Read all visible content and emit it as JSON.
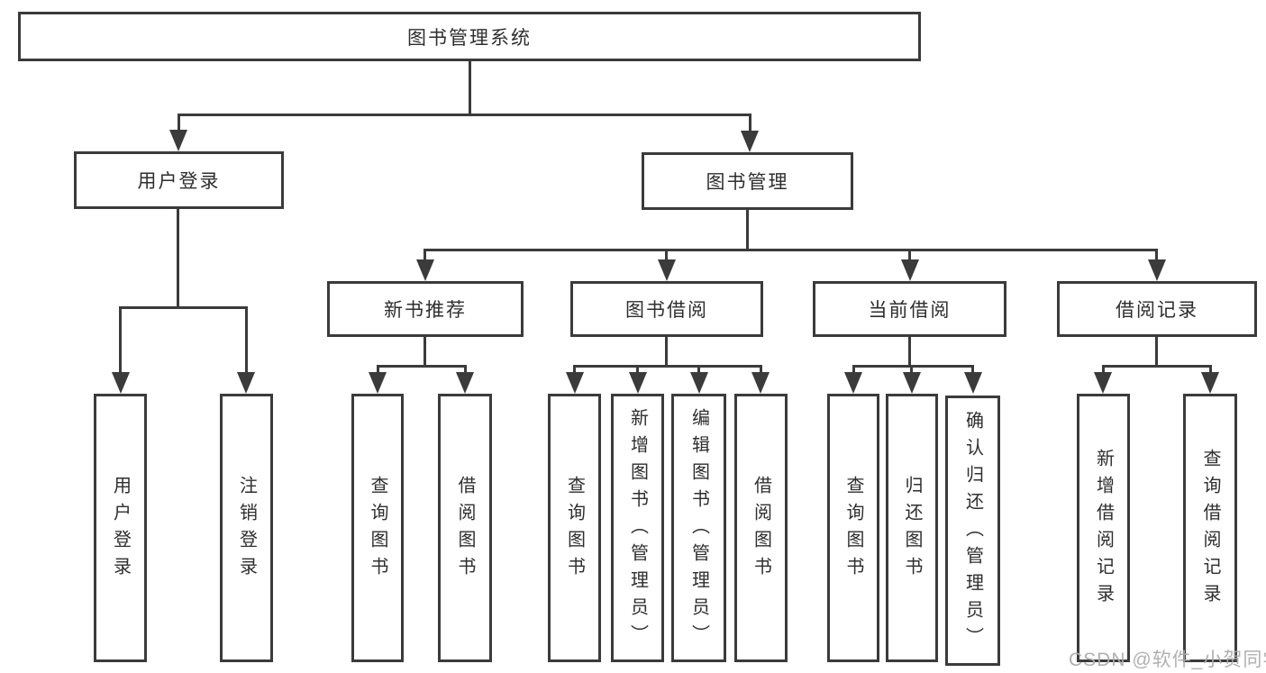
{
  "nodes": {
    "root": {
      "label": "图书管理系统"
    },
    "level2": [
      {
        "label": "用户登录"
      },
      {
        "label": "图书管理"
      }
    ],
    "level3": [
      {
        "label": "新书推荐"
      },
      {
        "label": "图书借阅"
      },
      {
        "label": "当前借阅"
      },
      {
        "label": "借阅记录"
      }
    ],
    "leaves": {
      "user_login": [
        {
          "label": "用户登录"
        },
        {
          "label": "注销登录"
        }
      ],
      "new_book": [
        {
          "label": "查询图书"
        },
        {
          "label": "借阅图书"
        }
      ],
      "book_borrow": [
        {
          "label": "查询图书"
        },
        {
          "label": "新增图书（管理员）"
        },
        {
          "label": "编辑图书（管理员）"
        },
        {
          "label": "借阅图书"
        }
      ],
      "current_borrow": [
        {
          "label": "查询图书"
        },
        {
          "label": "归还图书"
        },
        {
          "label": "确认归还（管理员）"
        }
      ],
      "borrow_record": [
        {
          "label": "新增借阅记录"
        },
        {
          "label": "查询借阅记录"
        }
      ]
    }
  },
  "watermark": {
    "text": "CSDN @软件_小贺同学"
  },
  "colors": {
    "line": "#3b3b3b",
    "text": "#2e2e2e",
    "watermark": "#acacac",
    "background": "#ffffff"
  }
}
